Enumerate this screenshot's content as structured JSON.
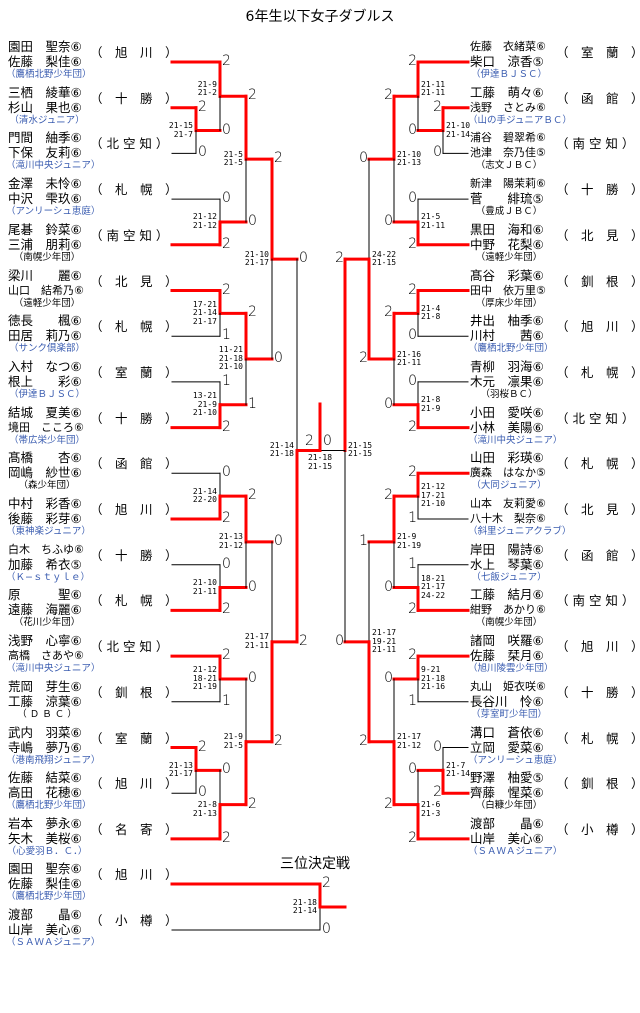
{
  "title": "6年生以下女子ダブルス",
  "third_place_title": "三位決定戦",
  "left": {
    "entries": [
      {
        "p1": "園田　聖奈⑥",
        "p2": "佐藤　梨佳⑥",
        "city": "（　旭　川　）",
        "club": "（鷹栖北野少年団）",
        "club_blue": true
      },
      {
        "p1": "三栖　綾華⑥",
        "p2": "杉山　果也⑥",
        "city": "（　十　勝　）",
        "club": "（清水ジュニア）",
        "club_blue": true
      },
      {
        "p1": "門間　紬季⑥",
        "p2": "下保　友莉⑥",
        "city": "（ 北 空 知 ）",
        "club": "（滝川中央ジュニア）",
        "club_blue": true
      },
      {
        "p1": "金澤　未怜⑥",
        "p2": "中沢　雫玖⑥",
        "city": "（　札　幌　）",
        "club": "（アンリーシュ恵庭）",
        "club_blue": true
      },
      {
        "p1": "尾碁　鈴菜⑥",
        "p2": "三浦　朋莉⑥",
        "city": "（ 南 空 知 ）",
        "club": "（南幌少年団）",
        "club_blue": false
      },
      {
        "p1": "梁川　　麗⑥",
        "p2": "山口　結希乃⑥",
        "city": "（　北　見　）",
        "club": "（遠軽少年団）",
        "club_blue": false
      },
      {
        "p1": "徳長　　楓⑥",
        "p2": "田居　莉乃⑥",
        "city": "（　札　幌　）",
        "club": "（サンク倶楽部）",
        "club_blue": true
      },
      {
        "p1": "入村　なつ⑥",
        "p2": "根上　　彩⑥",
        "city": "（　室　蘭　）",
        "club": "（伊達ＢＪＳＣ）",
        "club_blue": true
      },
      {
        "p1": "結城　夏美⑥",
        "p2": "境田　こころ⑥",
        "city": "（　十　勝　）",
        "club": "（帯広栄少年団）",
        "club_blue": true
      },
      {
        "p1": "髙橋　　杏⑥",
        "p2": "岡嶋　紗世⑥",
        "city": "（　函　館　）",
        "club": "（森少年団）",
        "club_blue": false
      },
      {
        "p1": "中村　彩香⑥",
        "p2": "後藤　彩芽⑥",
        "city": "（　旭　川　）",
        "club": "（東神楽ジュニア）",
        "club_blue": true
      },
      {
        "p1": "白木　ちふゆ⑥",
        "p2": "加藤　希衣⑤",
        "city": "（　十　勝　）",
        "club": "（Ｋ−ｓｔｙｌｅ）",
        "club_blue": true
      },
      {
        "p1": "原　　　聖⑥",
        "p2": "遠藤　海麗⑥",
        "city": "（　札　幌　）",
        "club": "（花川少年団）",
        "club_blue": false
      },
      {
        "p1": "浅野　心寧⑥",
        "p2": "高橋　さあや⑥",
        "city": "（ 北 空 知 ）",
        "club": "（滝川中央ジュニア）",
        "club_blue": true
      },
      {
        "p1": "荒岡　芽生⑥",
        "p2": "工藤　涼葉⑥",
        "city": "（　釧　根　）",
        "club": "（ Ｄ Ｂ Ｃ ）",
        "club_blue": false
      },
      {
        "p1": "武内　羽菜⑥",
        "p2": "寺嶋　夢乃⑥",
        "city": "（　室　蘭　）",
        "club": "（港南飛翔ジュニア）",
        "club_blue": true
      },
      {
        "p1": "佐藤　結菜⑥",
        "p2": "高田　花穂⑥",
        "city": "（　旭　川　）",
        "club": "（鷹栖北野少年団）",
        "club_blue": true
      },
      {
        "p1": "岩本　夢永⑥",
        "p2": "矢木　美桜⑥",
        "city": "（　名　寄　）",
        "club": "（心愛羽Ｂ．Ｃ．）",
        "club_blue": true
      }
    ],
    "semifinal": {
      "r": 5,
      "win": 1,
      "pts": [
        0,
        2
      ],
      "games": [
        "21-14",
        "21-18"
      ],
      "kids": [
        {
          "r": 4,
          "win": 0,
          "pts": [
            2,
            0
          ],
          "games": [
            "21-10",
            "21-17"
          ],
          "kids": [
            {
              "r": 3,
              "win": 0,
              "pts": [
                2,
                0
              ],
              "games": [
                "21-5",
                "21-5"
              ],
              "kids": [
                {
                  "r": 2,
                  "win": 0,
                  "pts": [
                    2,
                    0
                  ],
                  "games": [
                    "21-9",
                    "21-2"
                  ],
                  "kids": [
                    {
                      "team": 0
                    },
                    {
                      "r": 1,
                      "win": 0,
                      "pts": [
                        2,
                        0
                      ],
                      "games": [
                        "21-15",
                        "21-7"
                      ],
                      "kids": [
                        {
                          "team": 1
                        },
                        {
                          "team": 2
                        }
                      ]
                    }
                  ]
                },
                {
                  "r": 2,
                  "win": 1,
                  "pts": [
                    0,
                    2
                  ],
                  "games": [
                    "21-12",
                    "21-12"
                  ],
                  "kids": [
                    {
                      "team": 3
                    },
                    {
                      "team": 4
                    }
                  ]
                }
              ]
            },
            {
              "r": 3,
              "win": 0,
              "pts": [
                2,
                1
              ],
              "games": [
                "11-21",
                "21-18",
                "21-10"
              ],
              "kids": [
                {
                  "r": 2,
                  "win": 0,
                  "pts": [
                    2,
                    1
                  ],
                  "games": [
                    "17-21",
                    "21-14",
                    "21-17"
                  ],
                  "kids": [
                    {
                      "team": 5
                    },
                    {
                      "team": 6
                    }
                  ]
                },
                {
                  "r": 2,
                  "win": 1,
                  "pts": [
                    1,
                    2
                  ],
                  "games": [
                    "13-21",
                    "21-9",
                    "21-10"
                  ],
                  "kids": [
                    {
                      "team": 7
                    },
                    {
                      "team": 8
                    }
                  ]
                }
              ]
            }
          ]
        },
        {
          "r": 4,
          "win": 1,
          "pts": [
            0,
            2
          ],
          "games": [
            "21-17",
            "21-11"
          ],
          "kids": [
            {
              "r": 3,
              "win": 0,
              "pts": [
                2,
                0
              ],
              "games": [
                "21-13",
                "21-12"
              ],
              "kids": [
                {
                  "r": 2,
                  "win": 1,
                  "pts": [
                    0,
                    2
                  ],
                  "games": [
                    "21-14",
                    "22-20"
                  ],
                  "kids": [
                    {
                      "team": 9
                    },
                    {
                      "team": 10
                    }
                  ]
                },
                {
                  "r": 2,
                  "win": 1,
                  "pts": [
                    0,
                    2
                  ],
                  "games": [
                    "21-10",
                    "21-11"
                  ],
                  "kids": [
                    {
                      "team": 11
                    },
                    {
                      "team": 12
                    }
                  ]
                }
              ]
            },
            {
              "r": 3,
              "win": 1,
              "pts": [
                0,
                2
              ],
              "games": [
                "21-9",
                "21-5"
              ],
              "kids": [
                {
                  "r": 2,
                  "win": 0,
                  "pts": [
                    2,
                    1
                  ],
                  "games": [
                    "21-12",
                    "18-21",
                    "21-19"
                  ],
                  "kids": [
                    {
                      "team": 13
                    },
                    {
                      "team": 14
                    }
                  ]
                },
                {
                  "r": 2,
                  "win": 1,
                  "pts": [
                    0,
                    2
                  ],
                  "games": [
                    "21-8",
                    "21-13"
                  ],
                  "kids": [
                    {
                      "r": 1,
                      "win": 0,
                      "pts": [
                        2,
                        0
                      ],
                      "games": [
                        "21-13",
                        "21-17"
                      ],
                      "kids": [
                        {
                          "team": 15
                        },
                        {
                          "team": 16
                        }
                      ]
                    },
                    {
                      "team": 17
                    }
                  ]
                }
              ]
            }
          ]
        }
      ]
    }
  },
  "right": {
    "entries": [
      {
        "p1": "佐藤　衣緒菜⑥",
        "p2": "柴口　涼香⑤",
        "city": "（　室　蘭　）",
        "club": "（伊達ＢＪＳＣ）",
        "club_blue": true
      },
      {
        "p1": "工藤　萌々⑥",
        "p2": "浅野　さとみ⑥",
        "city": "（　函　館　）",
        "club": "（山の手ジュニアＢＣ）",
        "club_blue": true
      },
      {
        "p1": "浦谷　碧翠希⑥",
        "p2": "池津　奈乃佳⑤",
        "city": "（ 南 空 知 ）",
        "club": "（志文ＪＢＣ）",
        "club_blue": false
      },
      {
        "p1": "新津　陽茉莉⑥",
        "p2": "菅　　緋琉⑤",
        "city": "（　十　勝　）",
        "club": "（豊成ＪＢＣ）",
        "club_blue": false
      },
      {
        "p1": "黒田　海和⑥",
        "p2": "中野　花梨⑥",
        "city": "（　北　見　）",
        "club": "（遠軽少年団）",
        "club_blue": false
      },
      {
        "p1": "髙谷　彩葉⑥",
        "p2": "田中　依万里⑤",
        "city": "（　釧　根　）",
        "club": "（厚床少年団）",
        "club_blue": false
      },
      {
        "p1": "井出　柚季⑥",
        "p2": "川村　　茜⑥",
        "city": "（　旭　川　）",
        "club": "（鷹栖北野少年団）",
        "club_blue": true
      },
      {
        "p1": "青柳　羽海⑥",
        "p2": "木元　凛果⑥",
        "city": "（　札　幌　）",
        "club": "（羽桜ＢＣ）",
        "club_blue": false
      },
      {
        "p1": "小田　愛咲⑥",
        "p2": "小林　美陽⑥",
        "city": "（ 北 空 知 ）",
        "club": "（滝川中央ジュニア）",
        "club_blue": true
      },
      {
        "p1": "山田　彩瑛⑥",
        "p2": "廣森　はなか⑤",
        "city": "（　札　幌　）",
        "club": "（大同ジュニア）",
        "club_blue": true
      },
      {
        "p1": "山本　友莉愛⑥",
        "p2": "八十木　梨奈⑥",
        "city": "（　北　見　）",
        "club": "（斜里ジュニアクラブ）",
        "club_blue": true
      },
      {
        "p1": "岸田　陽詩⑥",
        "p2": "水上　琴葉⑥",
        "city": "（　函　館　）",
        "club": "（七飯ジュニア）",
        "club_blue": true
      },
      {
        "p1": "工藤　結月⑥",
        "p2": "紺野　あかり⑥",
        "city": "（ 南 空 知 ）",
        "club": "（南幌少年団）",
        "club_blue": false
      },
      {
        "p1": "諸岡　咲羅⑥",
        "p2": "佐藤　栞月⑥",
        "city": "（　旭　川　）",
        "club": "（旭川陵雲少年団）",
        "club_blue": true
      },
      {
        "p1": "丸山　姫衣咲⑥",
        "p2": "長谷川　怜⑥",
        "city": "（　十　勝　）",
        "club": "（芽室町少年団）",
        "club_blue": true
      },
      {
        "p1": "溝口　蒼依⑥",
        "p2": "立岡　愛菜⑥",
        "city": "（　札　幌　）",
        "club": "（アンリーシュ恵庭）",
        "club_blue": true
      },
      {
        "p1": "野澤　柚愛⑤",
        "p2": "齊藤　惺菜⑥",
        "city": "（　釧　根　）",
        "club": "（白糠少年団）",
        "club_blue": false
      },
      {
        "p1": "渡部　　晶⑥",
        "p2": "山岸　美心⑥",
        "city": "（　小　樽　）",
        "club": "（ＳＡＷＡジュニア）",
        "club_blue": true
      }
    ],
    "semifinal": {
      "r": 5,
      "win": 0,
      "pts": [
        2,
        0
      ],
      "games": [
        "21-15",
        "21-15"
      ],
      "kids": [
        {
          "r": 4,
          "win": 1,
          "pts": [
            0,
            2
          ],
          "games": [
            "24-22",
            "21-15"
          ],
          "kids": [
            {
              "r": 3,
              "win": 0,
              "pts": [
                2,
                0
              ],
              "games": [
                "21-10",
                "21-13"
              ],
              "kids": [
                {
                  "r": 2,
                  "win": 0,
                  "pts": [
                    2,
                    0
                  ],
                  "games": [
                    "21-11",
                    "21-11"
                  ],
                  "kids": [
                    {
                      "team": 0
                    },
                    {
                      "r": 1,
                      "win": 0,
                      "pts": [
                        2,
                        0
                      ],
                      "games": [
                        "21-10",
                        "21-14"
                      ],
                      "kids": [
                        {
                          "team": 1
                        },
                        {
                          "team": 2
                        }
                      ]
                    }
                  ]
                },
                {
                  "r": 2,
                  "win": 1,
                  "pts": [
                    0,
                    2
                  ],
                  "games": [
                    "21-5",
                    "21-11"
                  ],
                  "kids": [
                    {
                      "team": 3
                    },
                    {
                      "team": 4
                    }
                  ]
                }
              ]
            },
            {
              "r": 3,
              "win": 0,
              "pts": [
                2,
                0
              ],
              "games": [
                "21-16",
                "21-11"
              ],
              "kids": [
                {
                  "r": 2,
                  "win": 0,
                  "pts": [
                    2,
                    0
                  ],
                  "games": [
                    "21-4",
                    "21-8"
                  ],
                  "kids": [
                    {
                      "team": 5
                    },
                    {
                      "team": 6
                    }
                  ]
                },
                {
                  "r": 2,
                  "win": 1,
                  "pts": [
                    0,
                    2
                  ],
                  "games": [
                    "21-8",
                    "21-9"
                  ],
                  "kids": [
                    {
                      "team": 7
                    },
                    {
                      "team": 8
                    }
                  ]
                }
              ]
            }
          ]
        },
        {
          "r": 4,
          "win": 1,
          "pts": [
            1,
            2
          ],
          "games": [
            "21-17",
            "19-21",
            "21-11"
          ],
          "kids": [
            {
              "r": 3,
              "win": 0,
              "pts": [
                2,
                0
              ],
              "games": [
                "21-9",
                "21-19"
              ],
              "kids": [
                {
                  "r": 2,
                  "win": 0,
                  "pts": [
                    2,
                    1
                  ],
                  "games": [
                    "21-12",
                    "17-21",
                    "21-10"
                  ],
                  "kids": [
                    {
                      "team": 9
                    },
                    {
                      "team": 10
                    }
                  ]
                },
                {
                  "r": 2,
                  "win": 1,
                  "pts": [
                    1,
                    2
                  ],
                  "games": [
                    "18-21",
                    "21-17",
                    "24-22"
                  ],
                  "kids": [
                    {
                      "team": 11
                    },
                    {
                      "team": 12
                    }
                  ]
                }
              ]
            },
            {
              "r": 3,
              "win": 1,
              "pts": [
                0,
                2
              ],
              "games": [
                "21-17",
                "21-12"
              ],
              "kids": [
                {
                  "r": 2,
                  "win": 0,
                  "pts": [
                    2,
                    1
                  ],
                  "games": [
                    "9-21",
                    "21-18",
                    "21-16"
                  ],
                  "kids": [
                    {
                      "team": 13
                    },
                    {
                      "team": 14
                    }
                  ]
                },
                {
                  "r": 2,
                  "win": 1,
                  "pts": [
                    0,
                    2
                  ],
                  "games": [
                    "21-6",
                    "21-3"
                  ],
                  "kids": [
                    {
                      "r": 1,
                      "win": 1,
                      "pts": [
                        0,
                        2
                      ],
                      "games": [
                        "21-7",
                        "21-14"
                      ],
                      "kids": [
                        {
                          "team": 15
                        },
                        {
                          "team": 16
                        }
                      ]
                    },
                    {
                      "team": 17
                    }
                  ]
                }
              ]
            }
          ]
        }
      ]
    }
  },
  "final": {
    "pts": [
      2,
      0
    ],
    "games": [
      "21-18",
      "21-15"
    ],
    "win": 0
  },
  "third_place": {
    "entries": [
      {
        "p1": "園田　聖奈⑥",
        "p2": "佐藤　梨佳⑥",
        "city": "（　旭　川　）",
        "club": "（鷹栖北野少年団）",
        "club_blue": true
      },
      {
        "p1": "渡部　　晶⑥",
        "p2": "山岸　美心⑥",
        "city": "（　小　樽　）",
        "club": "（ＳＡＷＡジュニア）",
        "club_blue": true
      }
    ],
    "pts": [
      2,
      0
    ],
    "games": [
      "21-18",
      "21-14"
    ],
    "win": 0
  },
  "colors": {
    "winner_line": "#ff0000",
    "line": "#000000",
    "club_blue": "#3a5cb0"
  }
}
